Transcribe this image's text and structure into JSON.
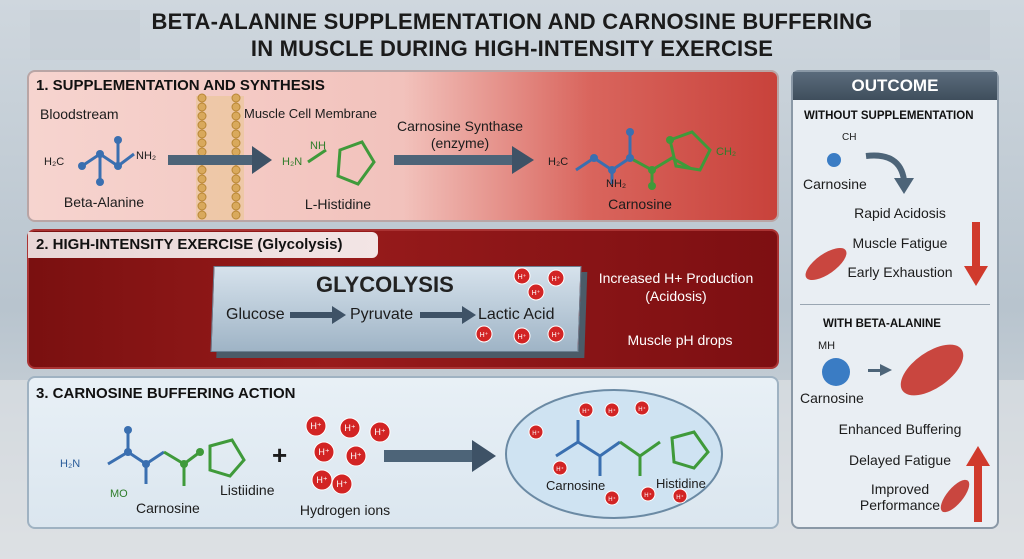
{
  "title": {
    "line1": "BETA-ALANINE SUPPLEMENTATION AND CARNOSINE BUFFERING",
    "line2": "IN MUSCLE DURING HIGH-INTENSITY EXERCISE"
  },
  "section1": {
    "heading": "1. SUPPLEMENTATION AND SYNTHESIS",
    "bloodstream": "Bloodstream",
    "membrane": "Muscle Cell Membrane",
    "enzyme_line1": "Carnosine Synthase",
    "enzyme_line2": "(enzyme)",
    "beta_alanine": "Beta-Alanine",
    "l_histidine": "L-Histidine",
    "carnosine": "Carnosine",
    "chem_h2c": "H₂C",
    "chem_nh2": "NH₂",
    "chem_h2n": "H₂N",
    "chem_nh": "NH",
    "chem_ch2": "CH₂"
  },
  "section2": {
    "heading": "2. HIGH-INTENSITY EXERCISE (Glycolysis)",
    "glycolysis": "GLYCOLYSIS",
    "glucose": "Glucose",
    "pyruvate": "Pyruvate",
    "lactic_acid": "Lactic Acid",
    "h_plus": "H⁺",
    "increased_line1": "Increased H+ Production",
    "increased_line2": "(Acidosis)",
    "ph_drops": "Muscle pH drops"
  },
  "section3": {
    "heading": "3. CARNOSINE BUFFERING ACTION",
    "h2n": "H₂N",
    "mo": "MO",
    "carnosine": "Carnosine",
    "listiidine": "Listiidine",
    "plus": "+",
    "hydrogen_ions": "Hydrogen ions",
    "h_plus": "H⁺",
    "buffer_carnosine": "Carnosine",
    "buffer_histidine": "Histidine"
  },
  "outcome": {
    "heading": "OUTCOME",
    "without": {
      "heading": "WITHOUT SUPPLEMENTATION",
      "ch": "CH",
      "carnosine": "Carnosine",
      "items": [
        "Rapid Acidosis",
        "Muscle Fatigue",
        "Early Exhaustion"
      ]
    },
    "with": {
      "heading": "WITH BETA-ALANINE",
      "mh": "MH",
      "carnosine": "Carnosine",
      "items": [
        "Enhanced Buffering",
        "Delayed Fatigue",
        "Improved",
        "Performance"
      ]
    }
  },
  "colors": {
    "molecule_blue": "#3a6fb0",
    "molecule_green": "#3f9a3a",
    "h_ion_red": "#d22424",
    "arrow_slate": "#3e5266",
    "down_red": "#d03a2c"
  }
}
